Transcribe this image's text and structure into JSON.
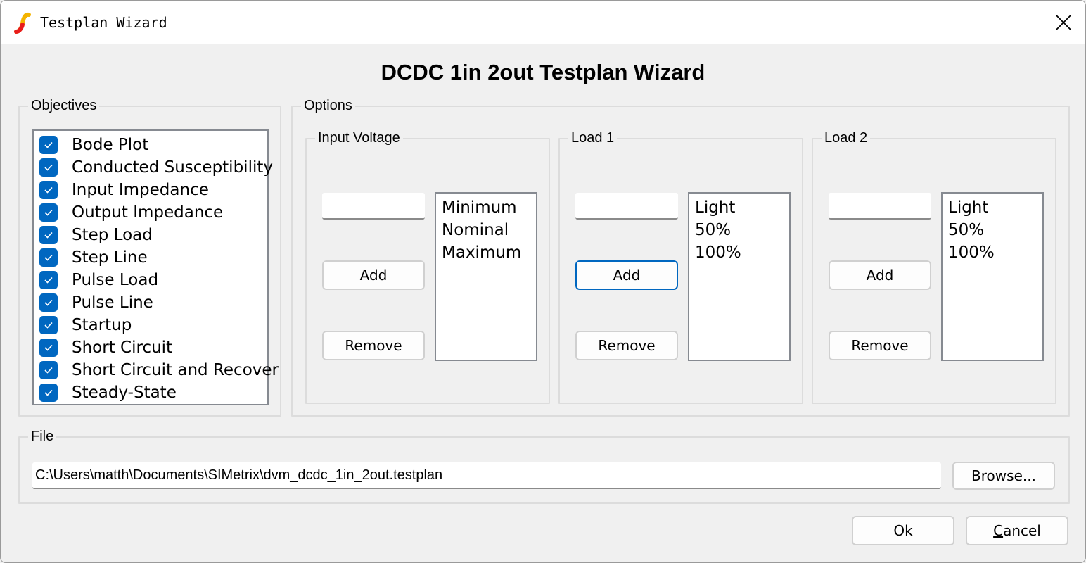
{
  "window": {
    "title": "Testplan Wizard",
    "close_icon": "close-icon",
    "app_icon": "simetrix-logo-icon"
  },
  "heading": "DCDC 1in 2out Testplan Wizard",
  "objectives": {
    "label": "Objectives",
    "items": [
      {
        "label": "Bode Plot",
        "checked": true
      },
      {
        "label": "Conducted Susceptibility",
        "checked": true
      },
      {
        "label": "Input Impedance",
        "checked": true
      },
      {
        "label": "Output Impedance",
        "checked": true
      },
      {
        "label": "Step Load",
        "checked": true
      },
      {
        "label": "Step Line",
        "checked": true
      },
      {
        "label": "Pulse Load",
        "checked": true
      },
      {
        "label": "Pulse Line",
        "checked": true
      },
      {
        "label": "Startup",
        "checked": true
      },
      {
        "label": "Short Circuit",
        "checked": true
      },
      {
        "label": "Short Circuit and Recover",
        "checked": true
      },
      {
        "label": "Steady-State",
        "checked": true
      }
    ]
  },
  "options": {
    "label": "Options",
    "groups": [
      {
        "label": "Input Voltage",
        "input_value": "",
        "add_label": "Add",
        "remove_label": "Remove",
        "items": [
          "Minimum",
          "Nominal",
          "Maximum"
        ]
      },
      {
        "label": "Load 1",
        "input_value": "",
        "add_label": "Add",
        "remove_label": "Remove",
        "items": [
          "Light",
          "50%",
          "100%"
        ]
      },
      {
        "label": "Load 2",
        "input_value": "",
        "add_label": "Add",
        "remove_label": "Remove",
        "items": [
          "Light",
          "50%",
          "100%"
        ]
      }
    ]
  },
  "file": {
    "label": "File",
    "path": "C:\\Users\\matth\\Documents\\SIMetrix\\dvm_dcdc_1in_2out.testplan",
    "browse_label": "Browse..."
  },
  "footer": {
    "ok_label": "Ok",
    "cancel_label_first": "C",
    "cancel_label_rest": "ancel"
  },
  "colors": {
    "accent": "#0067c0",
    "background": "#f0f0f0"
  }
}
